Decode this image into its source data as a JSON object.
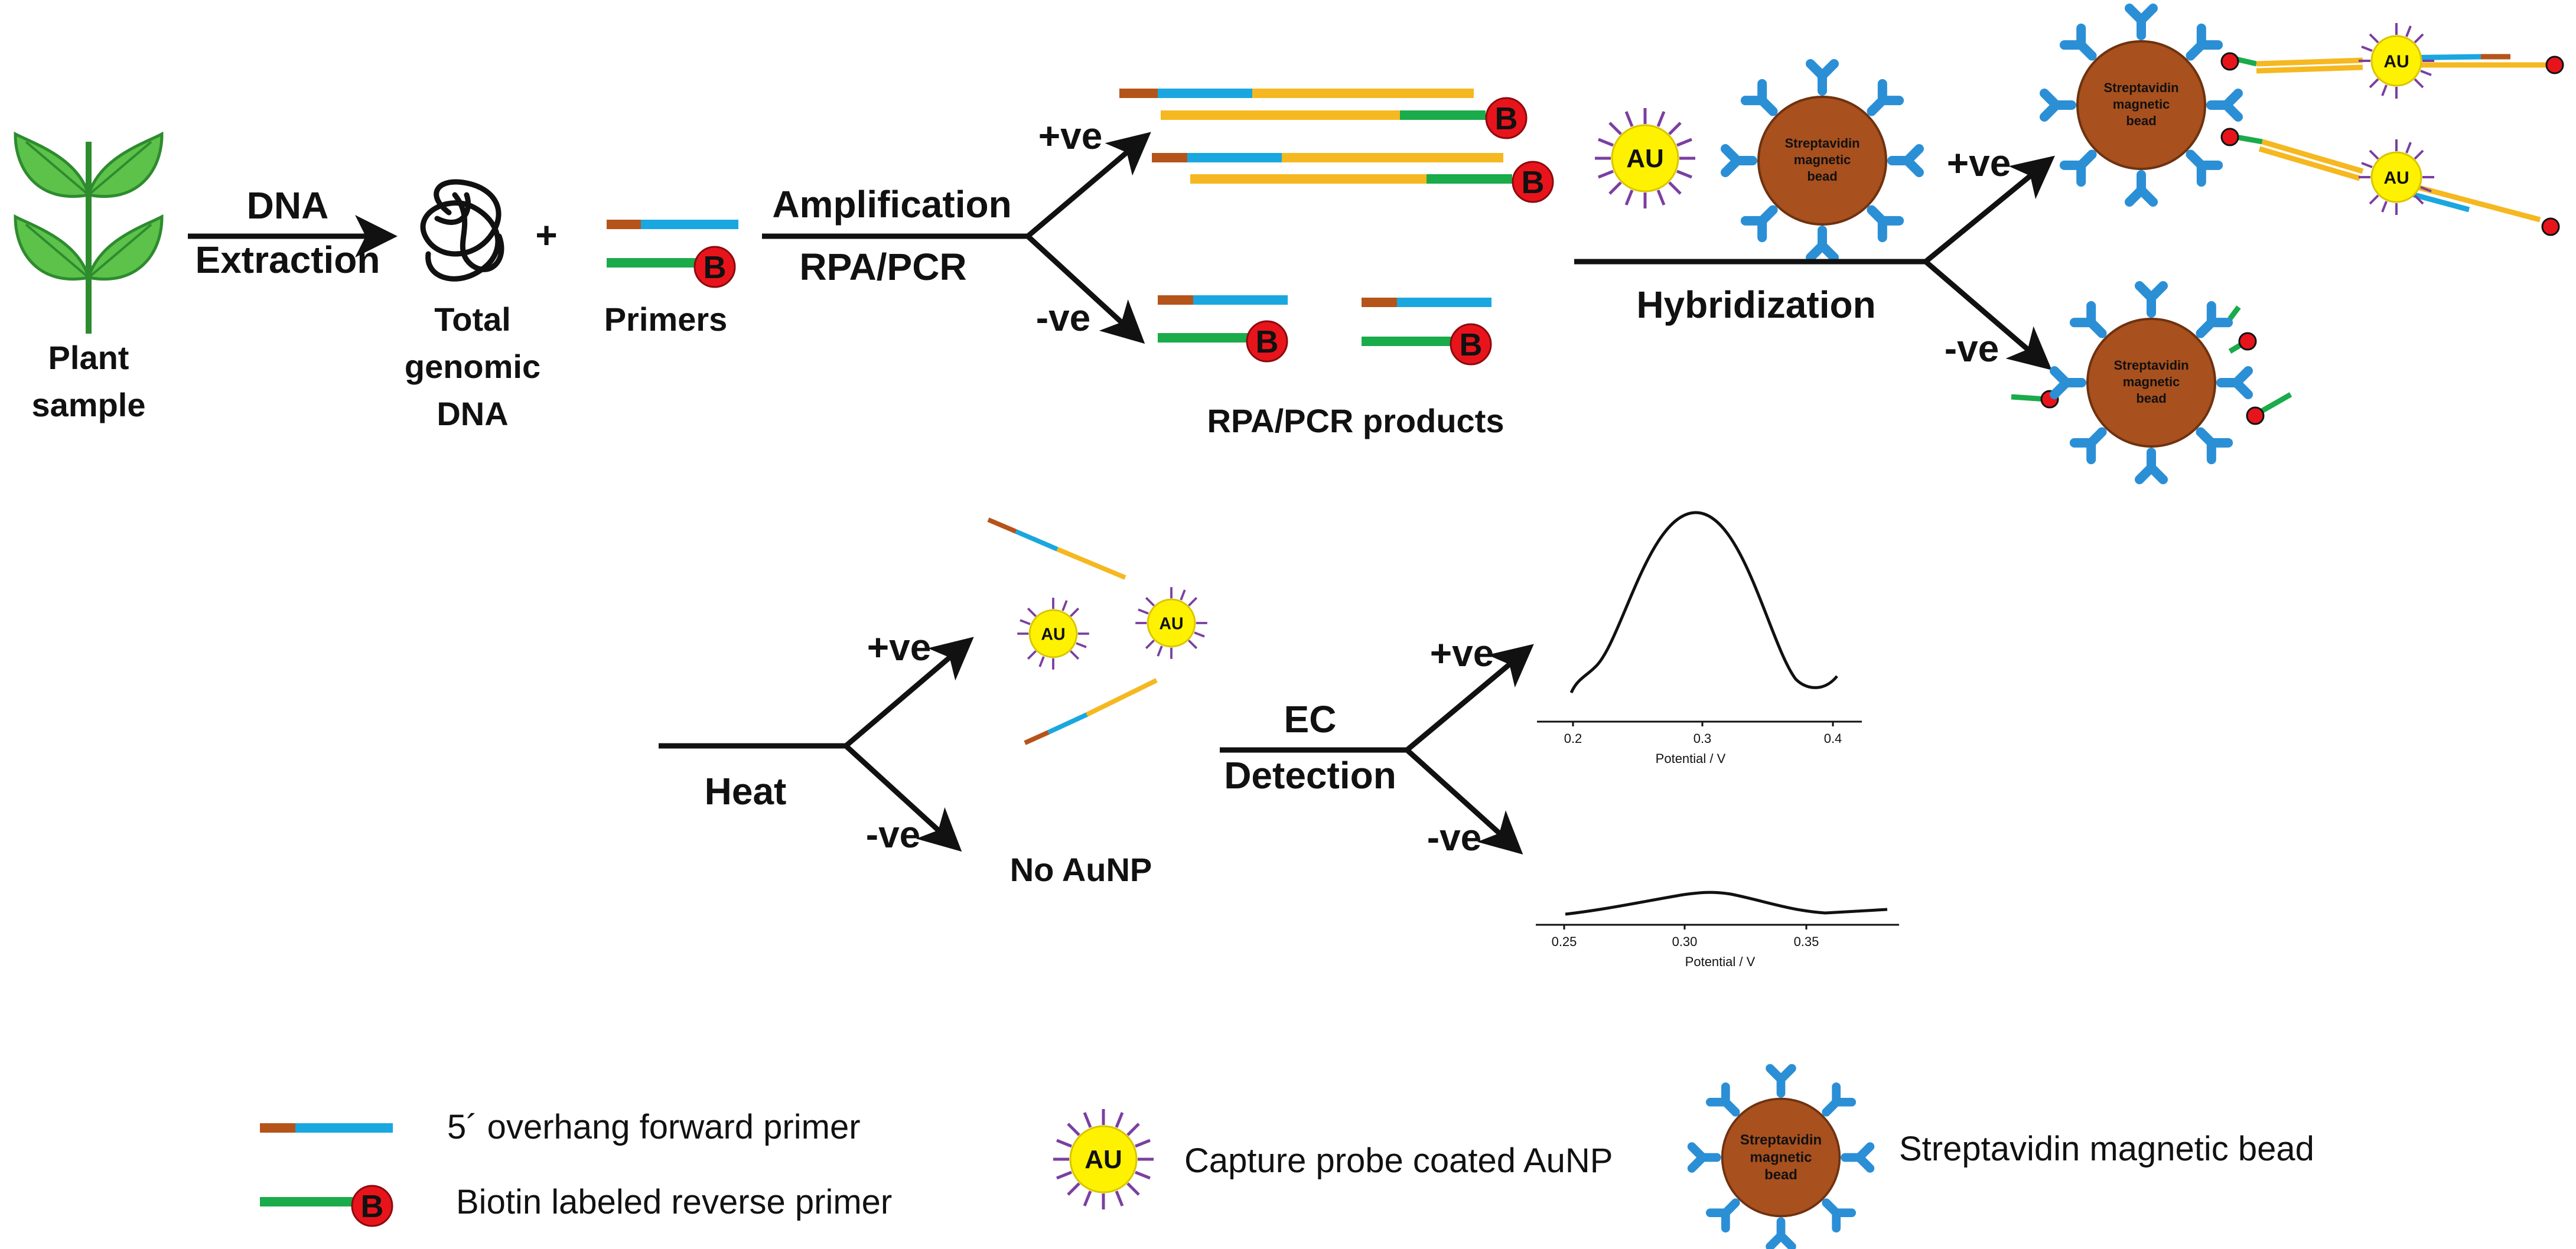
{
  "plant": {
    "line1": "Plant",
    "line2": "sample"
  },
  "extraction": {
    "line1": "DNA",
    "line2": "Extraction"
  },
  "genomic": {
    "line1": "Total",
    "line2": "genomic",
    "line3": "DNA"
  },
  "plus_sign": "+",
  "primers_label": "Primers",
  "amplification": {
    "line1": "Amplification",
    "line2": "RPA/PCR"
  },
  "branch_pos": "+ve",
  "branch_neg": "-ve",
  "products_label": "RPA/PCR products",
  "hybridization_label": "Hybridization",
  "heat_label": "Heat",
  "no_aunp_label": "No AuNP",
  "ec_detection": {
    "line1": "EC",
    "line2": "Detection"
  },
  "biotin_letter": "B",
  "au_label": "AU",
  "bead": {
    "line1": "Streptavidin",
    "line2": "magnetic",
    "line3": "bead"
  },
  "plots": {
    "top": {
      "ticks": [
        "0.2",
        "0.3",
        "0.4"
      ],
      "xlabel": "Potential / V"
    },
    "bottom": {
      "ticks": [
        "0.25",
        "0.30",
        "0.35"
      ],
      "xlabel": "Potential / V"
    }
  },
  "legend": {
    "forward_primer": "5´ overhang forward primer",
    "reverse_primer": "Biotin labeled reverse primer",
    "aunp": "Capture probe coated AuNP",
    "bead": "Streptavidin magnetic bead"
  },
  "colors": {
    "overhang": "#b5541a",
    "forward": "#1aa7e0",
    "reverse": "#1aab4b",
    "product": "#f5b820",
    "biotin": "#e8141c",
    "aunp_fill": "#fff200",
    "aunp_spike": "#7b3fa0",
    "bead_fill": "#a8501e",
    "streptavidin": "#2b8fd6"
  }
}
